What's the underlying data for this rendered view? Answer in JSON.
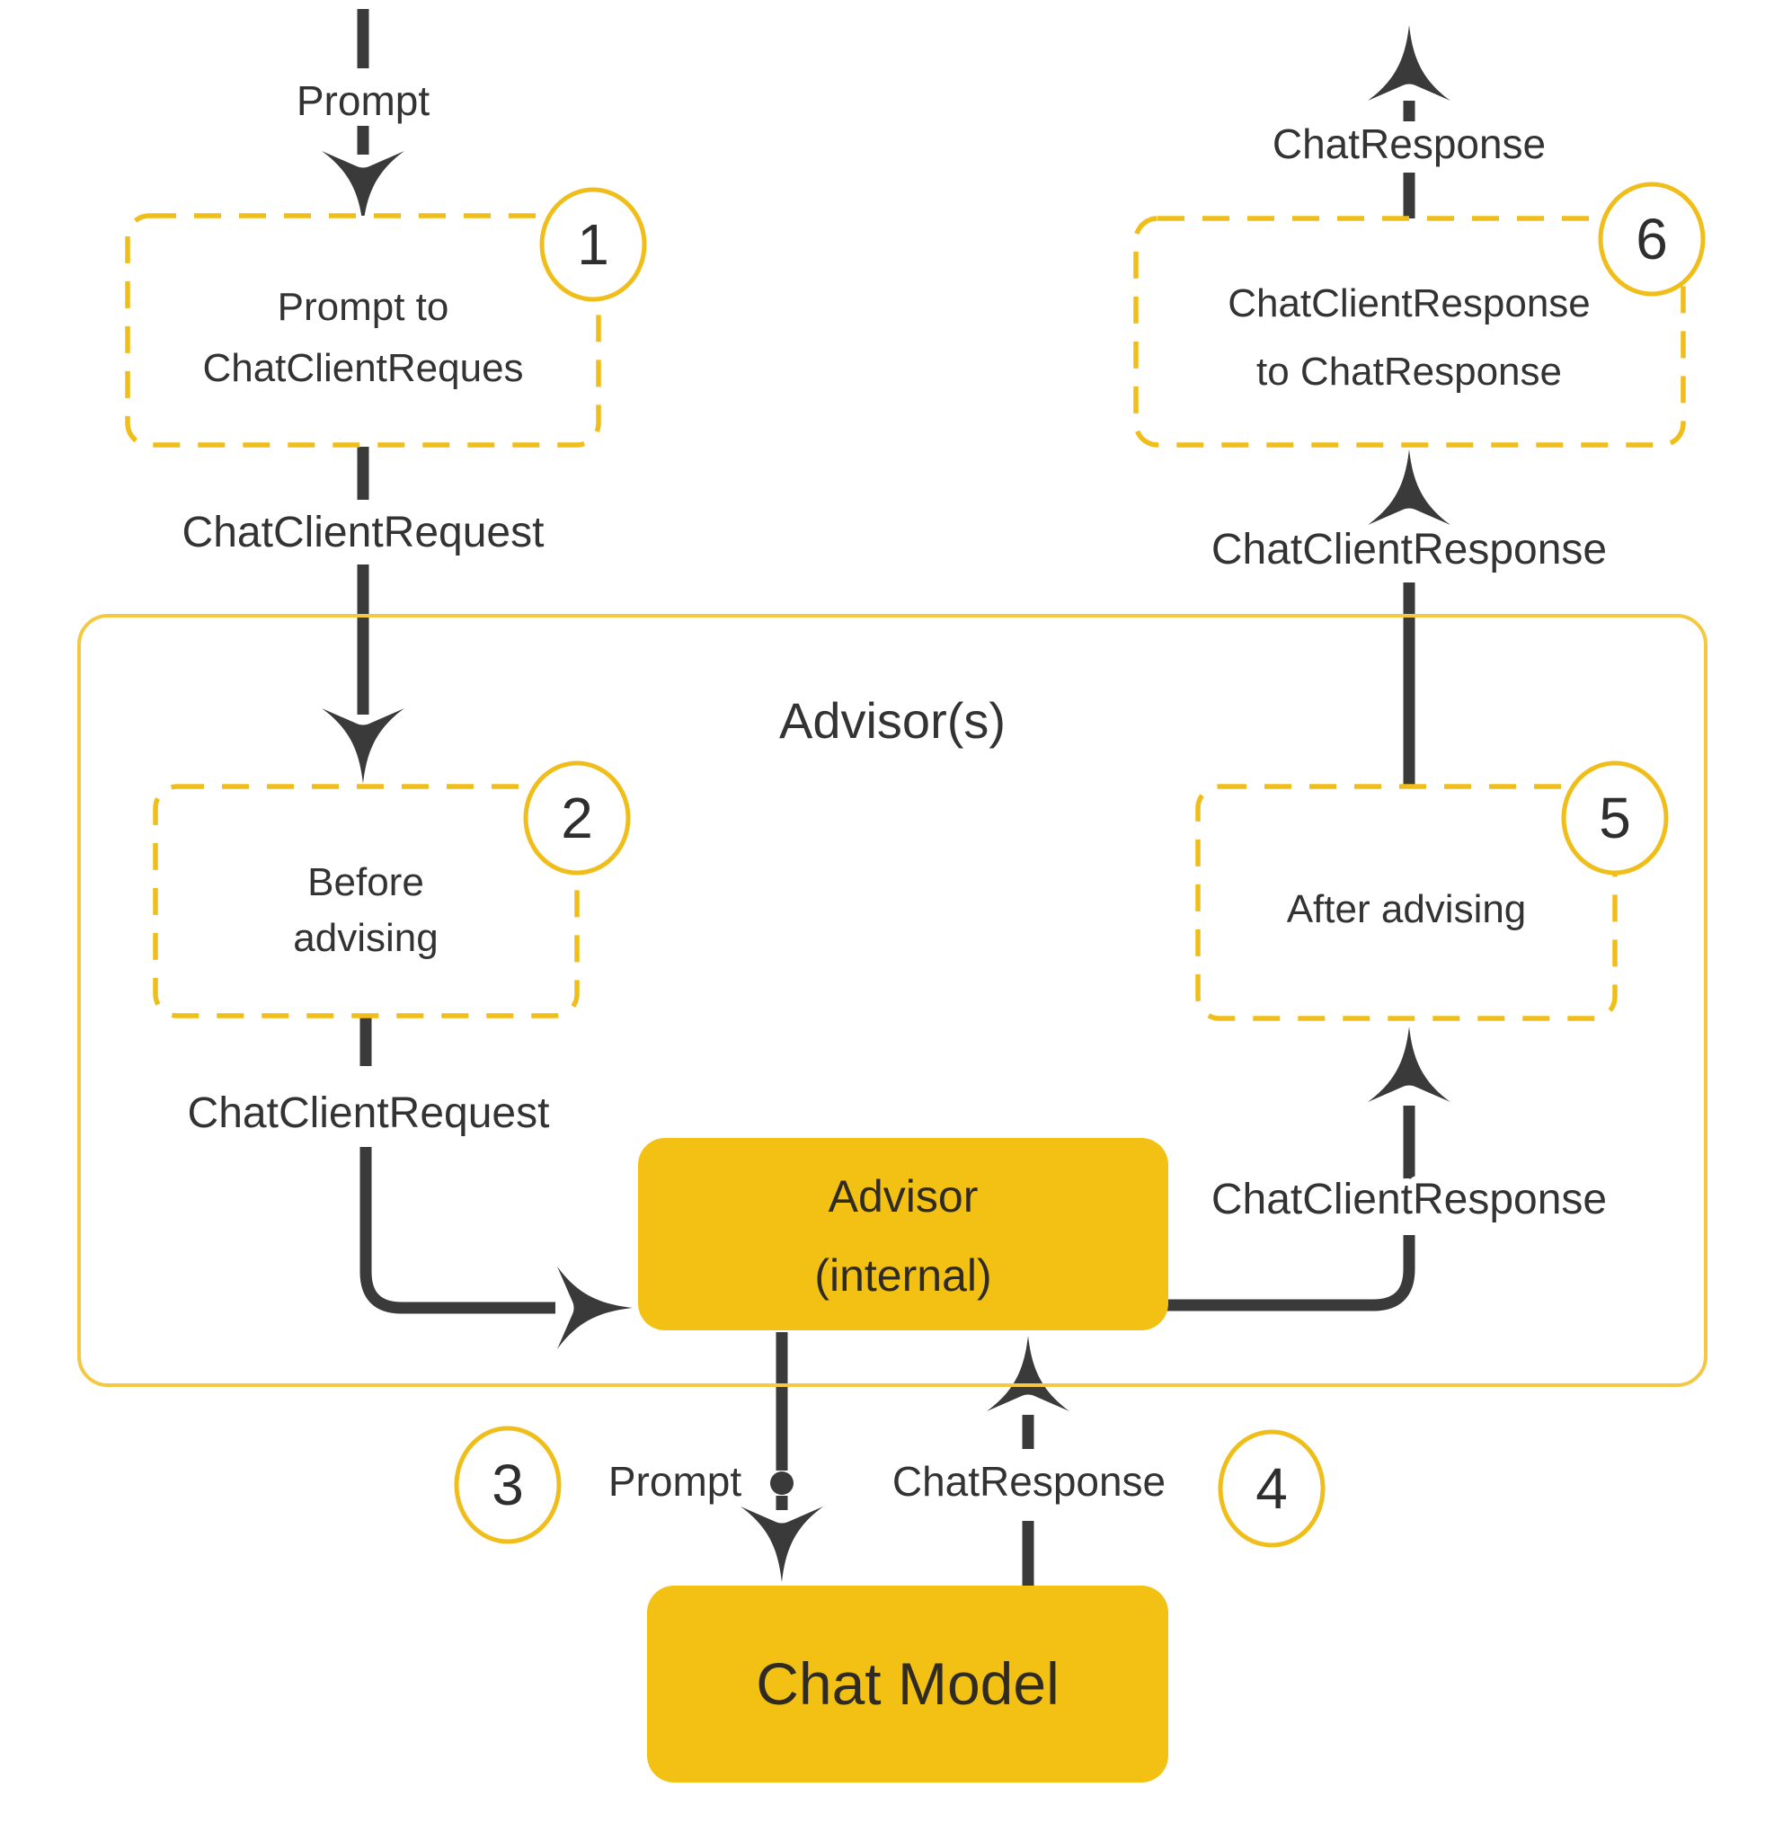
{
  "colors": {
    "node_fill_yellow": "#F2C113",
    "dashed_stroke_yellow": "#F0BE1B",
    "container_stroke_yellow": "#F3C843",
    "line_dark": "#3A3A3A",
    "text_dark": "#333333",
    "background": "#FFFFFF"
  },
  "container": {
    "title": "Advisor(s)"
  },
  "labels": {
    "prompt_in": "Prompt",
    "chat_client_request_outer": "ChatClientRequest",
    "chat_client_request_inner": "ChatClientRequest",
    "chat_client_response_inner": "ChatClientResponse",
    "chat_client_response_outer": "ChatClientResponse",
    "chat_response_out": "ChatResponse",
    "prompt_bottom": "Prompt",
    "chat_response_bottom": "ChatResponse"
  },
  "steps": {
    "step1": {
      "number": "1",
      "line1": "Prompt to",
      "line2": "ChatClientReques"
    },
    "step2": {
      "number": "2",
      "line1": "Before",
      "line2": "advising"
    },
    "step3": {
      "number": "3"
    },
    "step4": {
      "number": "4"
    },
    "step5": {
      "number": "5",
      "label": "After advising"
    },
    "step6": {
      "number": "6",
      "line1": "ChatClientResponse",
      "line2": "to ChatResponse"
    }
  },
  "nodes": {
    "advisor_internal": {
      "line1": "Advisor",
      "line2": "(internal)"
    },
    "chat_model": {
      "label": "Chat Model"
    }
  }
}
